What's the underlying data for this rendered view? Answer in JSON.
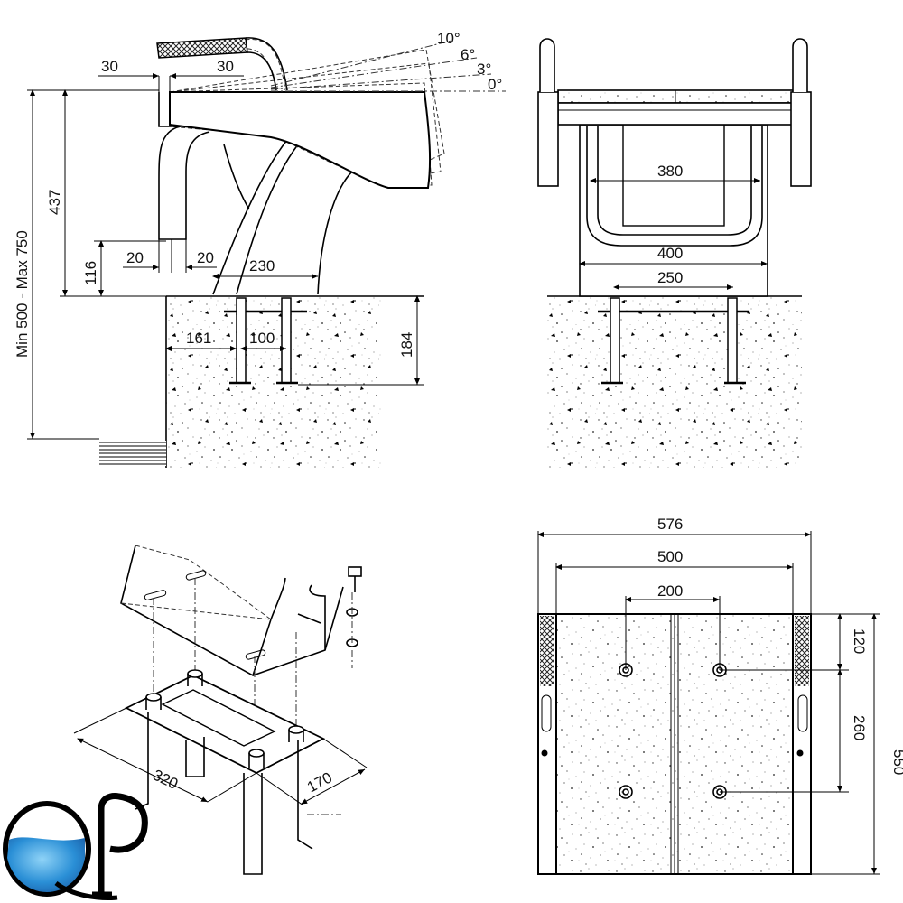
{
  "side_view": {
    "top_left_dim": "30",
    "top_right_dim": "30",
    "angles": [
      "10°",
      "6°",
      "3°",
      "0°"
    ],
    "height_range": "Min 500 - Max 750",
    "height_437": "437",
    "height_116": "116",
    "gap_left": "20",
    "gap_right": "20",
    "base_width": "230",
    "anchor_offset": "161",
    "anchor_spacing": "100",
    "anchor_depth": "184"
  },
  "front_view": {
    "inner_width": "380",
    "outer_width": "400",
    "anchor_spacing": "250"
  },
  "plan_view": {
    "total_width": "576",
    "board_width": "500",
    "bolt_spacing_x": "200",
    "offset_120": "120",
    "bolt_spacing_y": "260",
    "total_length": "550"
  },
  "iso_view": {
    "plate_length": "320",
    "plate_width": "170"
  },
  "logo": {
    "text": "QP"
  },
  "colors": {
    "ink": "#111111",
    "logo_water": "#2a8fd6",
    "logo_water_light": "#8fd3f7"
  }
}
